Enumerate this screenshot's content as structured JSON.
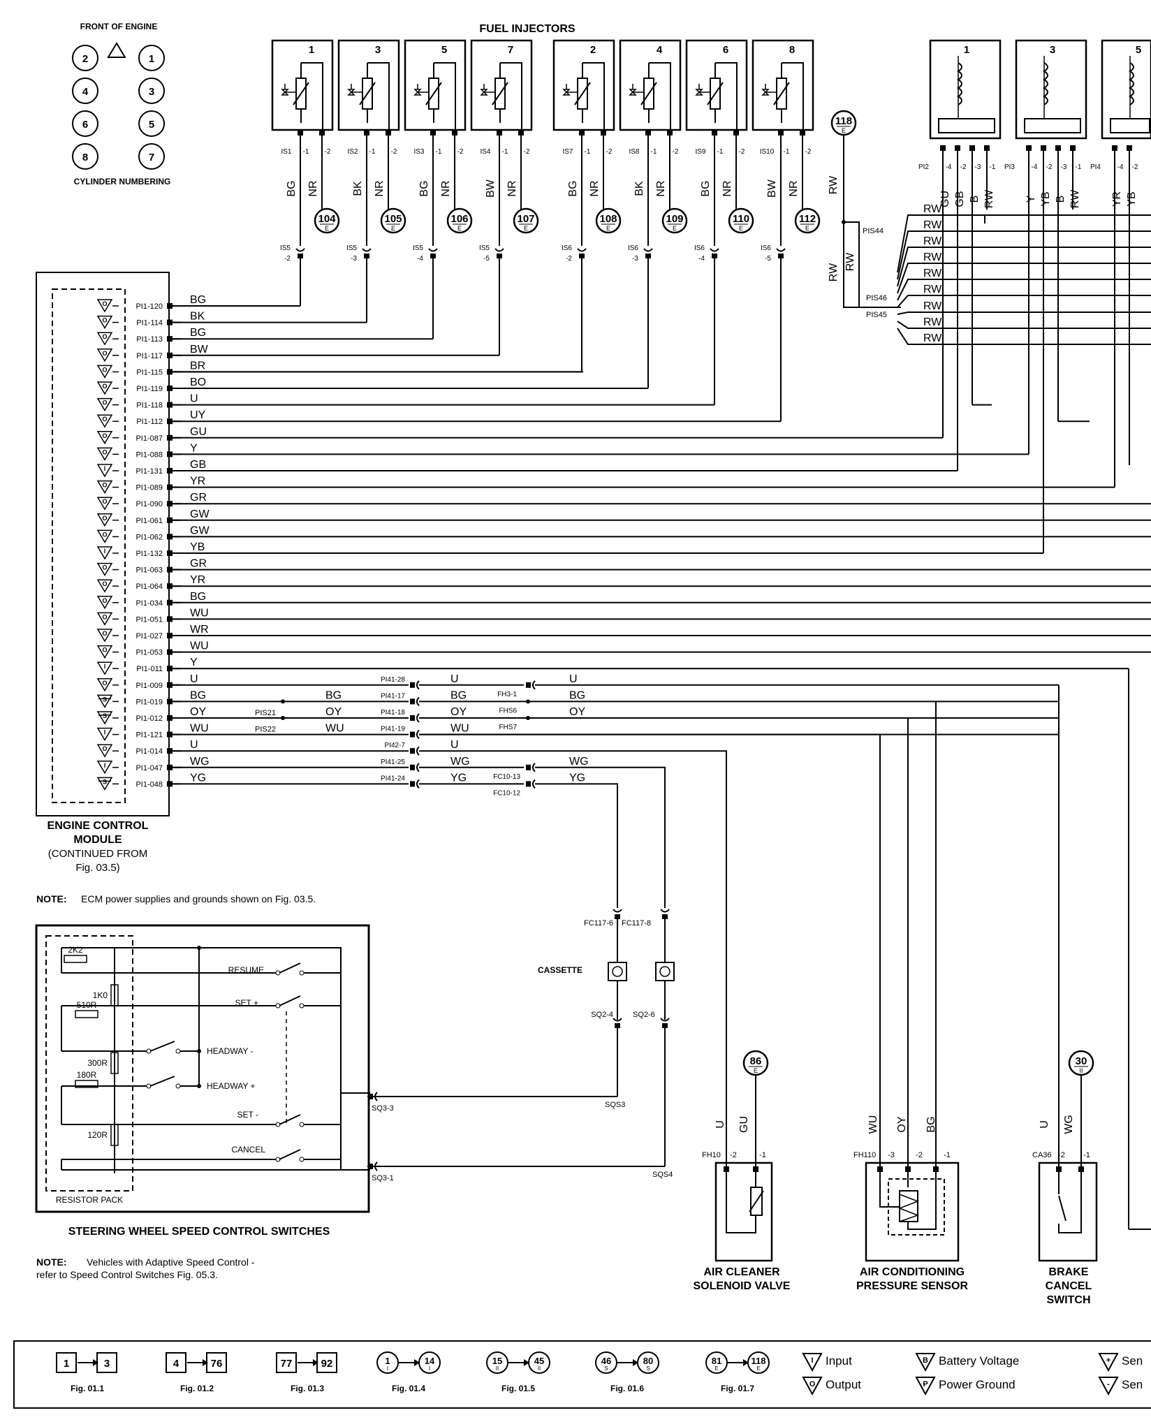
{
  "page": {
    "fuel_injectors_title": "FUEL INJECTORS",
    "front_of_engine": "FRONT OF ENGINE",
    "cylinder_numbering": "CYLINDER NUMBERING",
    "cylinders_left": [
      "2",
      "4",
      "6",
      "8"
    ],
    "cylinders_right": [
      "1",
      "3",
      "5",
      "7"
    ],
    "ecm_title_1": "ENGINE CONTROL",
    "ecm_title_2": "MODULE",
    "ecm_title_3": "(CONTINUED FROM",
    "ecm_title_4": "Fig. 03.5)",
    "note_label": "NOTE:",
    "note_ecm": "ECM power supplies and grounds shown on Fig. 03.5.",
    "swc_title": "STEERING WHEEL SPEED CONTROL SWITCHES",
    "note_adaptive_1": "Vehicles with Adaptive Speed Control -",
    "note_adaptive_2": "refer to Speed Control Switches Fig. 05.3.",
    "resistor_pack": "RESISTOR PACK",
    "cassette": "CASSETTE",
    "air_cleaner_1": "AIR CLEANER",
    "air_cleaner_2": "SOLENOID VALVE",
    "ac_sensor_1": "AIR CONDITIONING",
    "ac_sensor_2": "PRESSURE SENSOR",
    "brake_1": "BRAKE",
    "brake_2": "CANCEL",
    "brake_3": "SWITCH"
  },
  "injectors": [
    {
      "num": "1",
      "conn": "IS1",
      "c1": "-1",
      "c2": "-2",
      "w1": "BG",
      "w2": "NR",
      "ref": "104",
      "refsub": "E",
      "sc": "IS5",
      "sp": "-2"
    },
    {
      "num": "3",
      "conn": "IS2",
      "c1": "-1",
      "c2": "-2",
      "w1": "BK",
      "w2": "NR",
      "ref": "105",
      "refsub": "E",
      "sc": "IS5",
      "sp": "-3"
    },
    {
      "num": "5",
      "conn": "IS3",
      "c1": "-1",
      "c2": "-2",
      "w1": "BG",
      "w2": "NR",
      "ref": "106",
      "refsub": "E",
      "sc": "IS5",
      "sp": "-4"
    },
    {
      "num": "7",
      "conn": "IS4",
      "c1": "-1",
      "c2": "-2",
      "w1": "BW",
      "w2": "NR",
      "ref": "107",
      "refsub": "E",
      "sc": "IS5",
      "sp": "-5"
    },
    {
      "num": "2",
      "conn": "IS7",
      "c1": "-1",
      "c2": "-2",
      "w1": "BG",
      "w2": "NR",
      "ref": "108",
      "refsub": "E",
      "sc": "IS6",
      "sp": "-2"
    },
    {
      "num": "4",
      "conn": "IS8",
      "c1": "-1",
      "c2": "-2",
      "w1": "BK",
      "w2": "NR",
      "ref": "109",
      "refsub": "E",
      "sc": "IS6",
      "sp": "-3"
    },
    {
      "num": "6",
      "conn": "IS9",
      "c1": "-1",
      "c2": "-2",
      "w1": "BG",
      "w2": "NR",
      "ref": "110",
      "refsub": "E",
      "sc": "IS6",
      "sp": "-4"
    },
    {
      "num": "8",
      "conn": "IS10",
      "c1": "-1",
      "c2": "-2",
      "w1": "BW",
      "w2": "NR",
      "ref": "112",
      "refsub": "E",
      "sc": "IS6",
      "sp": "-5"
    }
  ],
  "ecm_pins": [
    {
      "pin": "PI1-120",
      "wire": "BG",
      "io": "O"
    },
    {
      "pin": "PI1-114",
      "wire": "BK",
      "io": "O"
    },
    {
      "pin": "PI1-113",
      "wire": "BG",
      "io": "O"
    },
    {
      "pin": "PI1-117",
      "wire": "BW",
      "io": "O"
    },
    {
      "pin": "PI1-115",
      "wire": "BR",
      "io": "O"
    },
    {
      "pin": "PI1-119",
      "wire": "BO",
      "io": "O"
    },
    {
      "pin": "PI1-118",
      "wire": "U",
      "io": "O"
    },
    {
      "pin": "PI1-112",
      "wire": "UY",
      "io": "O"
    },
    {
      "pin": "PI1-087",
      "wire": "GU",
      "io": "O"
    },
    {
      "pin": "PI1-088",
      "wire": "Y",
      "io": "O"
    },
    {
      "pin": "PI1-131",
      "wire": "GB",
      "io": "I"
    },
    {
      "pin": "PI1-089",
      "wire": "YR",
      "io": "O"
    },
    {
      "pin": "PI1-090",
      "wire": "GR",
      "io": "O"
    },
    {
      "pin": "PI1-061",
      "wire": "GW",
      "io": "O"
    },
    {
      "pin": "PI1-062",
      "wire": "GW",
      "io": "O"
    },
    {
      "pin": "PI1-132",
      "wire": "YB",
      "io": "I"
    },
    {
      "pin": "PI1-063",
      "wire": "GR",
      "io": "O"
    },
    {
      "pin": "PI1-064",
      "wire": "YR",
      "io": "O"
    },
    {
      "pin": "PI1-034",
      "wire": "BG",
      "io": "O"
    },
    {
      "pin": "PI1-051",
      "wire": "WU",
      "io": "O"
    },
    {
      "pin": "PI1-027",
      "wire": "WR",
      "io": "O"
    },
    {
      "pin": "PI1-053",
      "wire": "WU",
      "io": "O"
    },
    {
      "pin": "PI1-011",
      "wire": "Y",
      "io": "I"
    },
    {
      "pin": "PI1-009",
      "wire": "U",
      "io": "O"
    },
    {
      "pin": "PI1-019",
      "wire": "BG",
      "io": "S"
    },
    {
      "pin": "PI1-012",
      "wire": "OY",
      "io": "S"
    },
    {
      "pin": "PI1-121",
      "wire": "WU",
      "io": "I"
    },
    {
      "pin": "PI1-014",
      "wire": "U",
      "io": "O"
    },
    {
      "pin": "PI1-047",
      "wire": "WG",
      "io": "I"
    },
    {
      "pin": "PI1-048",
      "wire": "YG",
      "io": "S"
    }
  ],
  "coils": [
    {
      "num": "1",
      "conn": "PI2",
      "pins": [
        "-4",
        "-2",
        "-3",
        "-1"
      ],
      "wires": [
        "GU",
        "GB",
        "B",
        "RW"
      ]
    },
    {
      "num": "3",
      "conn": "PI3",
      "pins": [
        "-4",
        "-2",
        "-3",
        "-1"
      ],
      "wires": [
        "Y",
        "YB",
        "B",
        "RW"
      ]
    },
    {
      "num": "5",
      "conn": "PI4",
      "pins": [
        "-4",
        "-2"
      ],
      "wires": [
        "YR",
        "YB"
      ]
    }
  ],
  "rw": {
    "ref": "118",
    "refsub": "E",
    "vertical_labels": [
      "RW",
      "RW",
      "RW"
    ],
    "splices": [
      "PIS44",
      "PIS46",
      "PIS45"
    ],
    "lines": [
      "RW",
      "RW",
      "RW",
      "RW",
      "RW",
      "RW",
      "RW",
      "RW",
      "RW"
    ]
  },
  "lower": {
    "splices": [
      "PIS21",
      "PIS22"
    ],
    "pi41": [
      "PI41-28",
      "PI41-17",
      "PI41-18",
      "PI41-19",
      "PI42-7",
      "PI41-25",
      "PI41-24"
    ],
    "mid": [
      "U",
      "BG",
      "OY",
      "WU",
      "U",
      "WG",
      "YG"
    ],
    "mid2": [
      "BG",
      "OY",
      "WU"
    ],
    "fh": [
      "FH3-1",
      "FHS6",
      "FHS7"
    ],
    "fc": [
      "FC10-13",
      "FC10-12"
    ],
    "right": [
      "U",
      "BG",
      "OY",
      "WG",
      "YG"
    ],
    "fc117": [
      "FC117-6",
      "FC117-8"
    ],
    "sq2": [
      "SQ2-4",
      "SQ2-6"
    ],
    "sqs": [
      "SQS3",
      "SQS4"
    ],
    "sq3": [
      "SQ3-3",
      "SQ3-1"
    ]
  },
  "switches": {
    "resistors": [
      "2K2",
      "1K0",
      "510R",
      "300R",
      "180R",
      "120R"
    ],
    "labels": [
      "RESUME",
      "SET +",
      "HEADWAY -",
      "HEADWAY +",
      "SET -",
      "CANCEL"
    ]
  },
  "air_cleaner": {
    "ref": "86",
    "refsub": "E",
    "conn": "FH10",
    "pins": [
      "-2",
      "-1"
    ],
    "wires": [
      "U",
      "GU"
    ]
  },
  "ac_sensor": {
    "conn": "FH110",
    "pins": [
      "-3",
      "-2",
      "-1"
    ],
    "wires": [
      "WU",
      "OY",
      "BG"
    ]
  },
  "brake": {
    "ref": "30",
    "refsub": "II",
    "conn": "CA36",
    "pins": [
      "-2",
      "-1"
    ],
    "wires": [
      "U",
      "WG"
    ]
  },
  "legend": {
    "figs": [
      {
        "a": "1",
        "b": "3",
        "fig": "Fig. 01.1",
        "shape": "box"
      },
      {
        "a": "4",
        "b": "76",
        "fig": "Fig. 01.2",
        "shape": "box"
      },
      {
        "a": "77",
        "b": "92",
        "fig": "Fig. 01.3",
        "shape": "box"
      },
      {
        "a": "1",
        "as": "I",
        "b": "14",
        "bs": "I",
        "fig": "Fig. 01.4",
        "shape": "circle"
      },
      {
        "a": "15",
        "as": "II",
        "b": "45",
        "bs": "II",
        "fig": "Fig. 01.5",
        "shape": "circle"
      },
      {
        "a": "46",
        "as": "S",
        "b": "80",
        "bs": "S",
        "fig": "Fig. 01.6",
        "shape": "circle"
      },
      {
        "a": "81",
        "as": "E",
        "b": "118",
        "bs": "E",
        "fig": "Fig. 01.7",
        "shape": "circle"
      }
    ],
    "types": [
      {
        "sym": "I",
        "label": "Input"
      },
      {
        "sym": "O",
        "label": "Output"
      },
      {
        "sym": "B",
        "label": "Battery Voltage"
      },
      {
        "sym": "P",
        "label": "Power Ground"
      },
      {
        "sym": "+",
        "label": "Sen"
      },
      {
        "sym": "-",
        "label": "Sen"
      }
    ]
  }
}
